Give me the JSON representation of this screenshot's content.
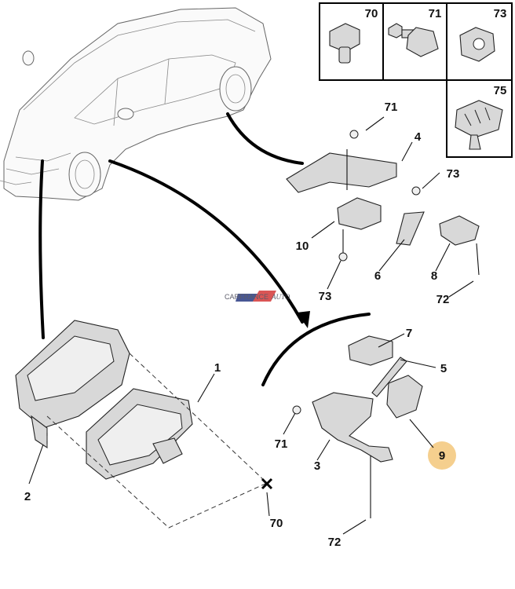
{
  "callouts": {
    "c1": "1",
    "c2": "2",
    "c3": "3",
    "c4": "4",
    "c5": "5",
    "c6": "6",
    "c7": "7",
    "c8": "8",
    "c9": "9",
    "c10": "10",
    "c70_box": "70",
    "c71_box": "71",
    "c73_box": "73",
    "c75_box": "75",
    "c71_top": "71",
    "c73_right": "73",
    "c73_bottom": "73",
    "c72_right": "72",
    "c71_lower": "71",
    "c72_lower": "72",
    "c70_lower": "70"
  },
  "highlight_color": "#f5cf8e",
  "watermark": {
    "text_a": "CARFRANCE",
    "text_b": "AUTO"
  }
}
